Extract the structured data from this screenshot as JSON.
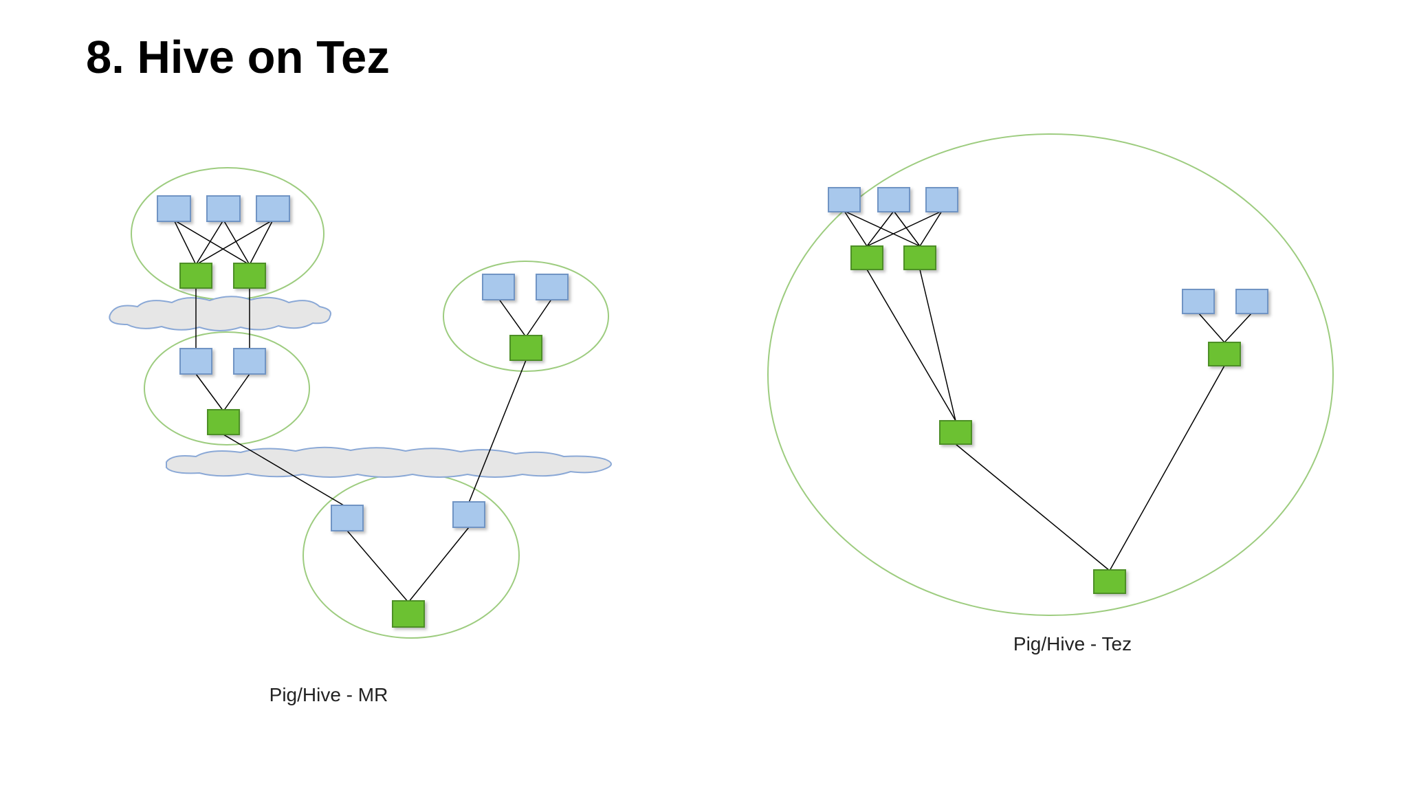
{
  "slide": {
    "title": "8. Hive on Tez"
  },
  "diagrams": {
    "mr": {
      "caption": "Pig/Hive - MR"
    },
    "tez": {
      "caption": "Pig/Hive - Tez"
    }
  },
  "colors": {
    "blue_node": "#a8c8ec",
    "blue_stroke": "#6f94c4",
    "green_node": "#6cc133",
    "green_stroke": "#4d8f25",
    "stage_circle": "#9dcc7f",
    "shuffle_cloud_fill": "#e6e6e6",
    "shuffle_cloud_stroke": "#8aa8d6",
    "edge": "#000000"
  }
}
